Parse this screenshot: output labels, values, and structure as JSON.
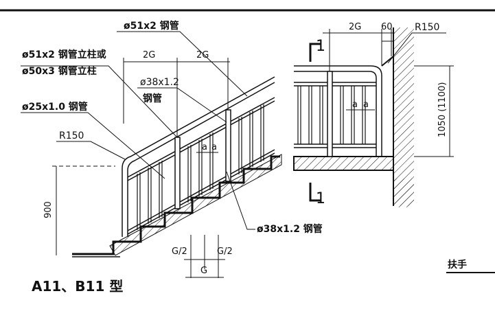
{
  "labels": {
    "top_rail_spec": "ø51x2 钢管",
    "post_spec_line1": "ø51x2 钢管立柱或",
    "post_spec_line2": "ø50x3 钢管立柱",
    "sub_rail_spec_line1": "ø38x1.2",
    "sub_rail_spec_line2": "钢管",
    "baluster_spec": "ø25x1.0 钢管",
    "bottom_rail_spec": "ø38x1.2 钢管",
    "left_radius": "R150",
    "right_radius": "R150"
  },
  "dimensions": {
    "post_spacing_left": "2G",
    "post_spacing_right": "2G",
    "baluster_gap_a1": "a",
    "baluster_gap_a2": "a",
    "rail_height": "900",
    "half_going_left": "G/2",
    "half_going_right": "G/2",
    "going": "G",
    "section_post_spacing": "2G",
    "section_offset": "60",
    "section_gap_a1": "a",
    "section_gap_a2": "a",
    "section_height": "1050 (1100)"
  },
  "section_marks": {
    "top": "1",
    "bottom": "1"
  },
  "title": "A11、B11 型",
  "clipped_text": "扶手"
}
